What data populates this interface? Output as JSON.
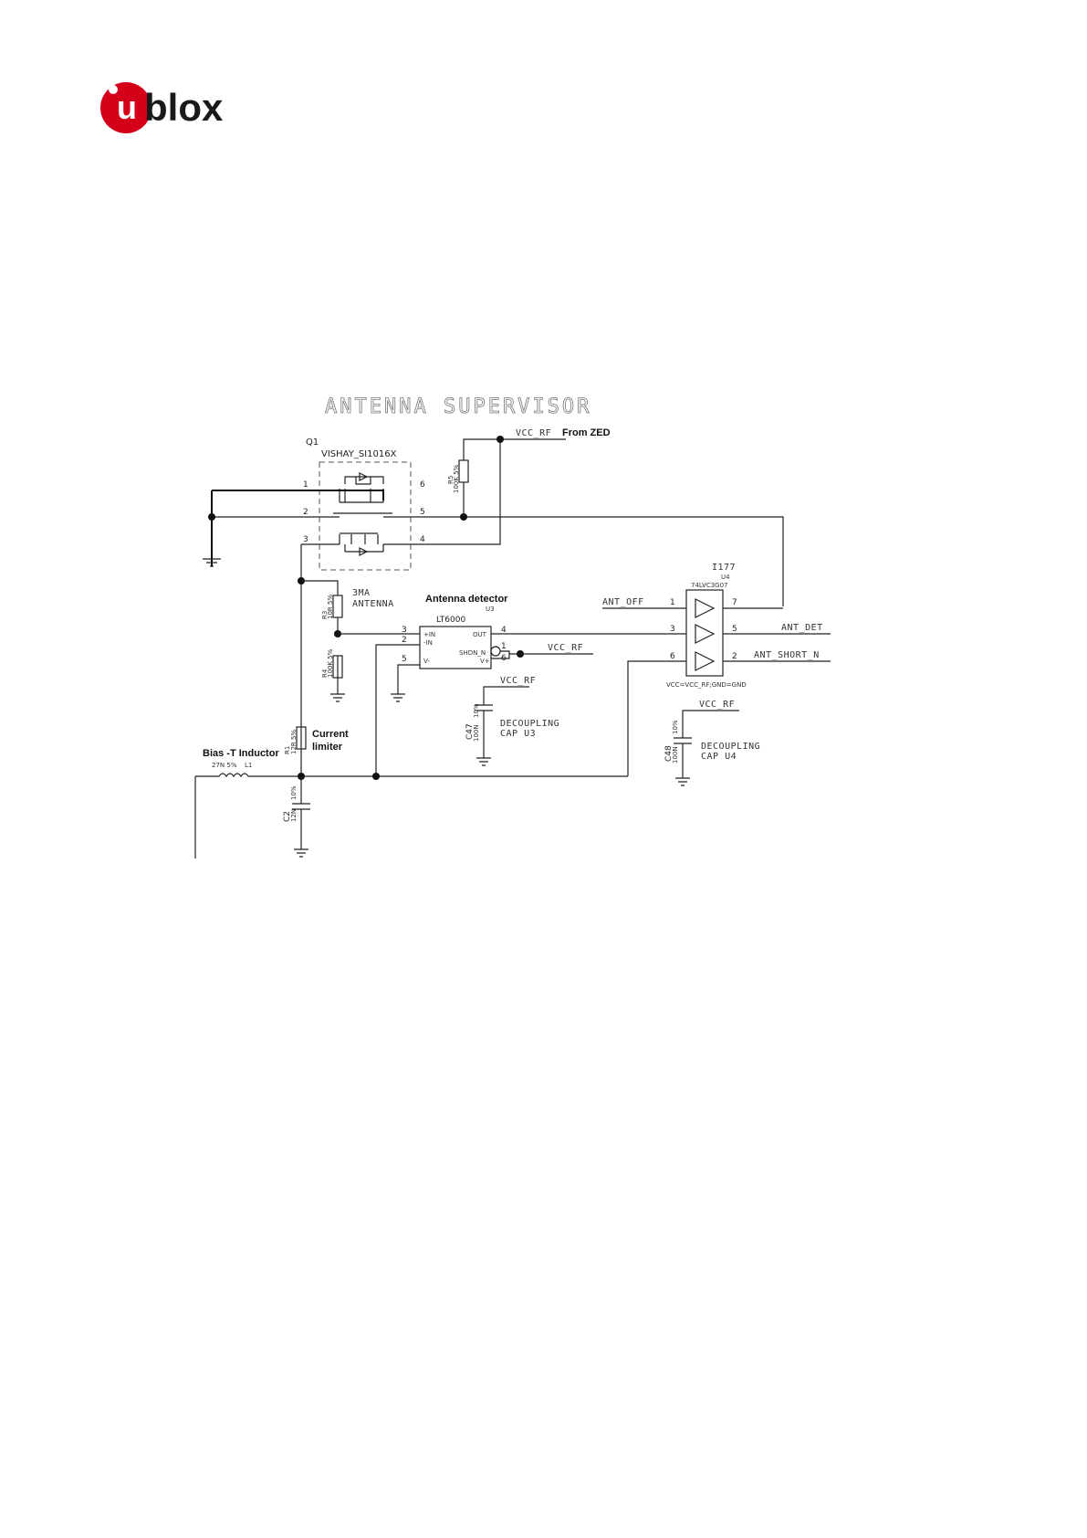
{
  "logo": {
    "u": "u",
    "rest": "blox",
    "brand_color": "#d4001a"
  },
  "schematic": {
    "title": "ANTENNA SUPERVISOR",
    "q1": {
      "ref": "Q1",
      "part": "VISHAY_SI1016X",
      "pins": [
        "1",
        "2",
        "3",
        "4",
        "5",
        "6"
      ]
    },
    "r5": {
      "ref": "R5",
      "value": "100K 5%"
    },
    "vcc_rf_labels": [
      "VCC_RF",
      "VCC_RF",
      "VCC_RF",
      "VCC_RF"
    ],
    "from_zed": "From ZED",
    "threshold": "3MA\nANTENNA",
    "threshold_line1": "3MA",
    "threshold_line2": "ANTENNA",
    "r3": {
      "ref": "R3",
      "value": "10R 5%"
    },
    "r4": {
      "ref": "R4",
      "value": "100K 5%"
    },
    "antenna_detector": "Antenna detector",
    "u3": {
      "ref": "U3",
      "part": "LT6000",
      "pin_in_plus": "+IN",
      "pin_in_minus": "-IN",
      "pin_out": "OUT",
      "pin_shdn": "SHDN_N",
      "pin_vminus": "V-",
      "pin_vplus": "V+",
      "pins": [
        "3",
        "2",
        "5",
        "4",
        "1",
        "6"
      ]
    },
    "u4": {
      "ref": "U4",
      "part": "74LVC3G07",
      "top_label": "I177",
      "supply_note": "VCC=VCC_RF;GND=GND",
      "pins": [
        "1",
        "7",
        "3",
        "5",
        "6",
        "2"
      ]
    },
    "signals": {
      "ant_off": "ANT_OFF",
      "ant_det": "ANT_DET",
      "ant_short": "ANT_SHORT_N"
    },
    "c47": {
      "ref": "C47",
      "value": "100N",
      "tol": "10%",
      "note_line1": "DECOUPLING",
      "note_line2": "CAP U3"
    },
    "c48": {
      "ref": "C48",
      "value": "100N",
      "tol": "10%",
      "note_line1": "DECOUPLING",
      "note_line2": "CAP U4"
    },
    "r1": {
      "ref": "R1",
      "value": "12R 5%"
    },
    "current_limiter_line1": "Current",
    "current_limiter_line2": "limiter",
    "bias_t": "Bias -T Inductor",
    "l1": {
      "value": "27N 5%",
      "ref": "L1"
    },
    "c2": {
      "ref": "C2",
      "value": "12N",
      "tol": "10%"
    }
  }
}
